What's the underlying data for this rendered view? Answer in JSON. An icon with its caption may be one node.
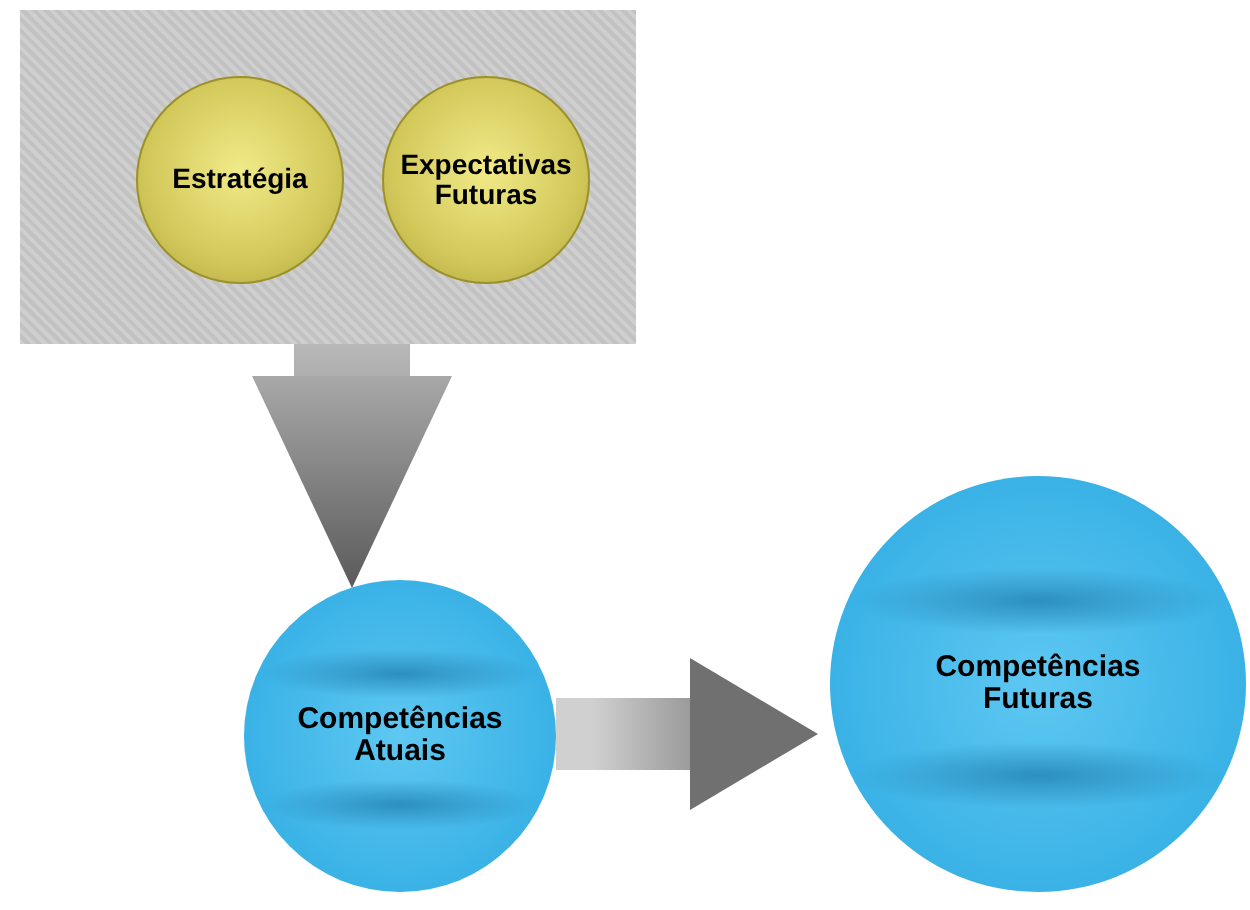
{
  "diagram": {
    "nodes": [
      {
        "text": [],
        "shape": "box"
      },
      {
        "text": [
          "Estratégia"
        ],
        "in": 0
      },
      {
        "text": [
          "Expectativas Futuras"
        ],
        "in": 0
      },
      {
        "text": [
          "Competências Atuais"
        ]
      },
      {
        "text": [
          "Competências Futuras"
        ]
      }
    ],
    "edges": [
      {
        "from": 0,
        "to": 3,
        "arrow": "to"
      },
      {
        "from": 3,
        "to": 4,
        "arrow": "to"
      }
    ]
  }
}
